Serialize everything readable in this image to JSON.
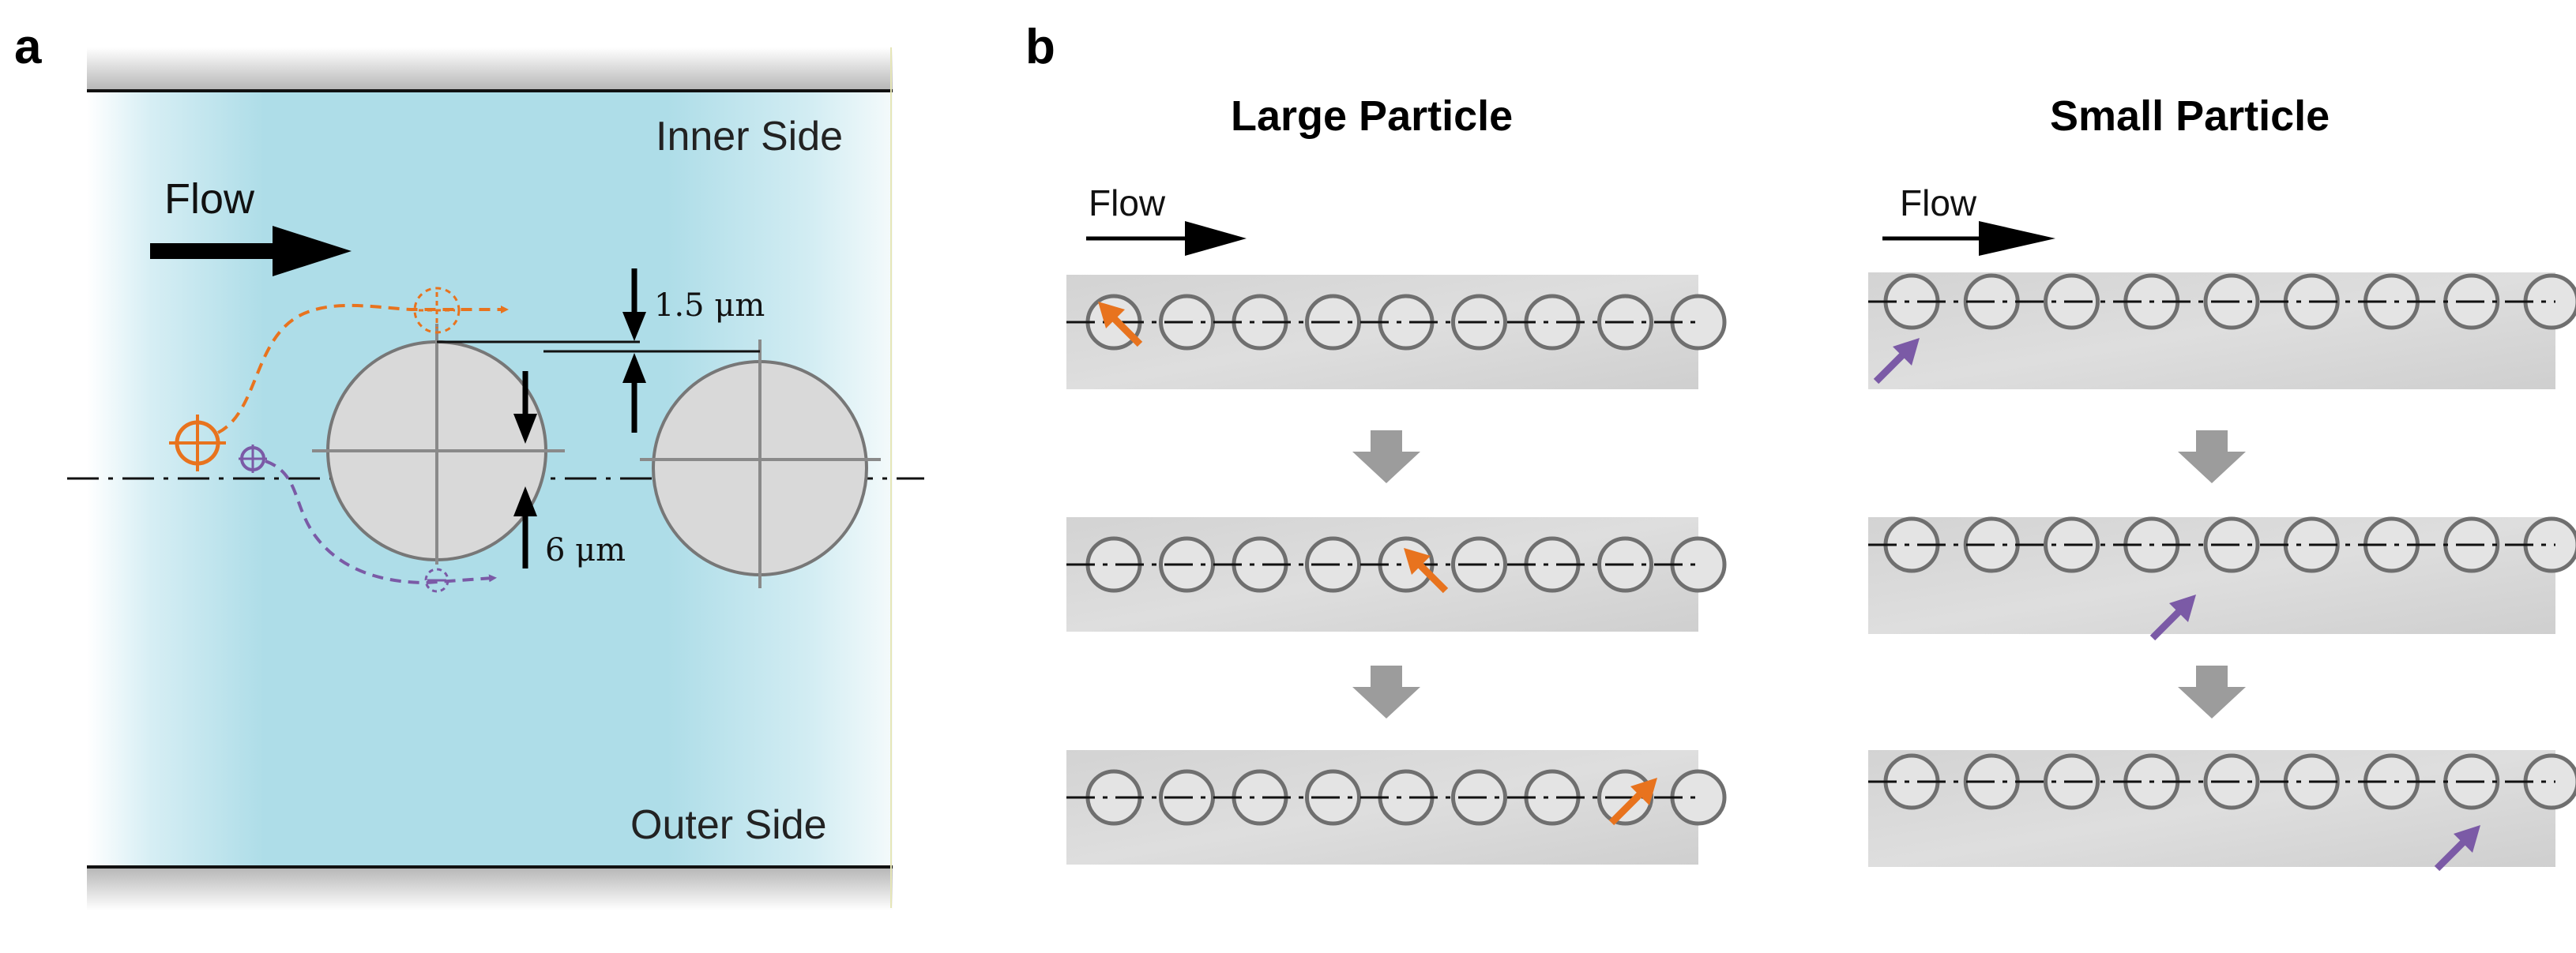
{
  "panel_a": {
    "letter": "a",
    "inner_side": "Inner Side",
    "outer_side": "Outer Side",
    "flow": "Flow",
    "gap_label": "1.5 μm",
    "offset_label": "6 μm"
  },
  "panel_b": {
    "letter": "b",
    "large_title": "Large Particle",
    "small_title": "Small Particle",
    "flow_large": "Flow",
    "flow_small": "Flow"
  },
  "colors": {
    "large_particle": "#e8731e",
    "small_particle": "#7b5aa6",
    "channel": "#a9dbe6",
    "obstacle": "#d9d9d9"
  }
}
